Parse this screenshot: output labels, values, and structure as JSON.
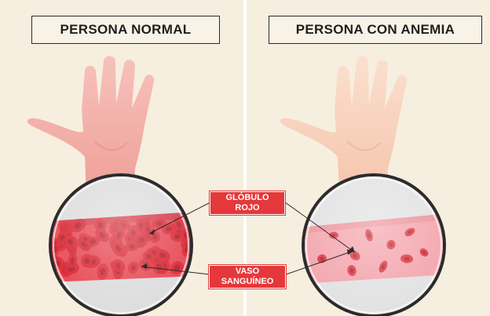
{
  "titles": {
    "left": "PERSONA NORMAL",
    "right": "PERSONA CON ANEMIA"
  },
  "labels": {
    "globulo_line1": "GLÓBULO",
    "globulo_line2": "ROJO",
    "vaso_line1": "VASO",
    "vaso_line2": "SANGUÍNEO"
  },
  "colors": {
    "background": "#f6efdf",
    "hand_normal": "#f4b3ad",
    "hand_anemia": "#f8d3bd",
    "blood_cell": "#d81f2c",
    "vessel_normal": "#e6434f",
    "vessel_anemia": "#f3a3ab",
    "label_bg": "#e5383b"
  }
}
